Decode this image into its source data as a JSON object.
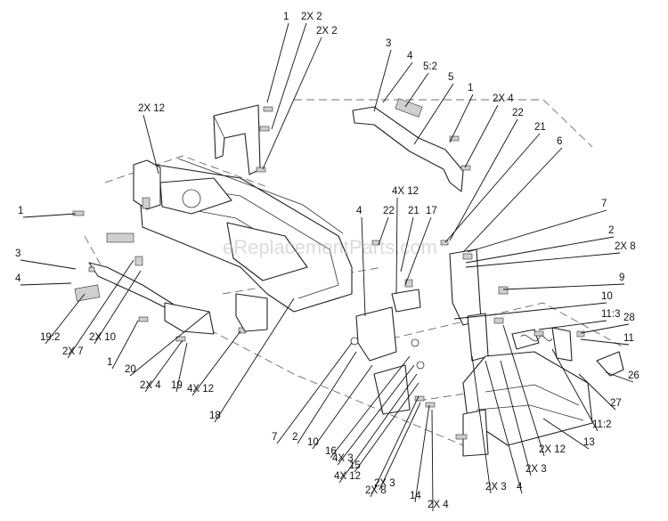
{
  "watermark": "eReplacementParts.com",
  "callouts": [
    "1",
    "2X 2",
    "2X 2",
    "3",
    "4",
    "5:2",
    "5",
    "1",
    "2X 4",
    "22",
    "21",
    "6",
    "2X 12",
    "1",
    "3",
    "4",
    "19:2",
    "2X 7",
    "2X 10",
    "1",
    "20",
    "2X 4",
    "19",
    "4X 12",
    "18",
    "4",
    "22",
    "21",
    "4X 12",
    "17",
    "7",
    "2",
    "2X 8",
    "9",
    "10",
    "11:3",
    "28",
    "11",
    "26",
    "27",
    "11:2",
    "7",
    "2",
    "10",
    "16",
    "4X 3",
    "4X 12",
    "15",
    "2X 8",
    "2X 3",
    "14",
    "2X 4",
    "2X 3",
    "4",
    "2X 3",
    "2X 12",
    "13"
  ]
}
